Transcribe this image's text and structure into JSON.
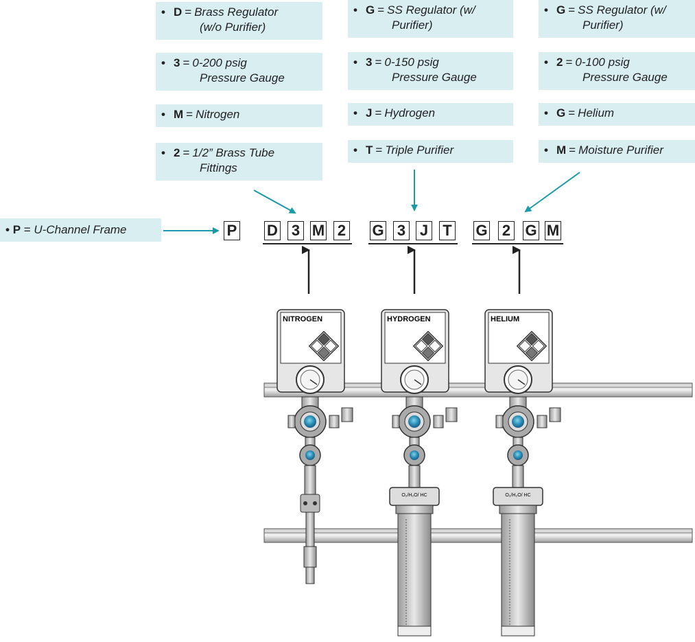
{
  "columns": [
    {
      "name": "nitrogen",
      "options": [
        {
          "code": "D",
          "text": "Brass Regulator",
          "text2": "(w/o Purifier)"
        },
        {
          "code": "3",
          "text": "0-200 psig",
          "text2": "Pressure Gauge"
        },
        {
          "code": "M",
          "text": "Nitrogen",
          "text2": ""
        },
        {
          "code": "2",
          "text": "1/2” Brass Tube",
          "text2": "Fittings"
        }
      ],
      "code_letters": [
        "D",
        "3",
        "M",
        "2"
      ],
      "label": "NITROGEN"
    },
    {
      "name": "hydrogen",
      "options": [
        {
          "code": "G",
          "text": "SS Regulator   (w/",
          "text2": "Purifier)"
        },
        {
          "code": "3",
          "text": "0-150 psig",
          "text2": "Pressure Gauge"
        },
        {
          "code": "J",
          "text": "Hydrogen",
          "text2": ""
        },
        {
          "code": "T",
          "text": "Triple Purifier",
          "text2": ""
        }
      ],
      "code_letters": [
        "G",
        "3",
        "J",
        "T"
      ],
      "label": "HYDROGEN"
    },
    {
      "name": "helium",
      "options": [
        {
          "code": "G",
          "text": "SS Regulator   (w/",
          "text2": "Purifier)"
        },
        {
          "code": "2",
          "text": "0-100 psig",
          "text2": "Pressure Gauge"
        },
        {
          "code": "G",
          "text": "Helium",
          "text2": ""
        },
        {
          "code": "M",
          "text": "Moisture Purifier",
          "text2": ""
        }
      ],
      "code_letters": [
        "G",
        "2",
        "G",
        "M"
      ],
      "label": "HELIUM"
    }
  ],
  "frame": {
    "code": "P",
    "text": "U-Channel Frame"
  },
  "purifier_label": "O₂/H₂O/ HC",
  "colors": {
    "option_bg": "#d9eef1",
    "arrow_teal": "#1a9aa8",
    "ink": "#222222"
  }
}
